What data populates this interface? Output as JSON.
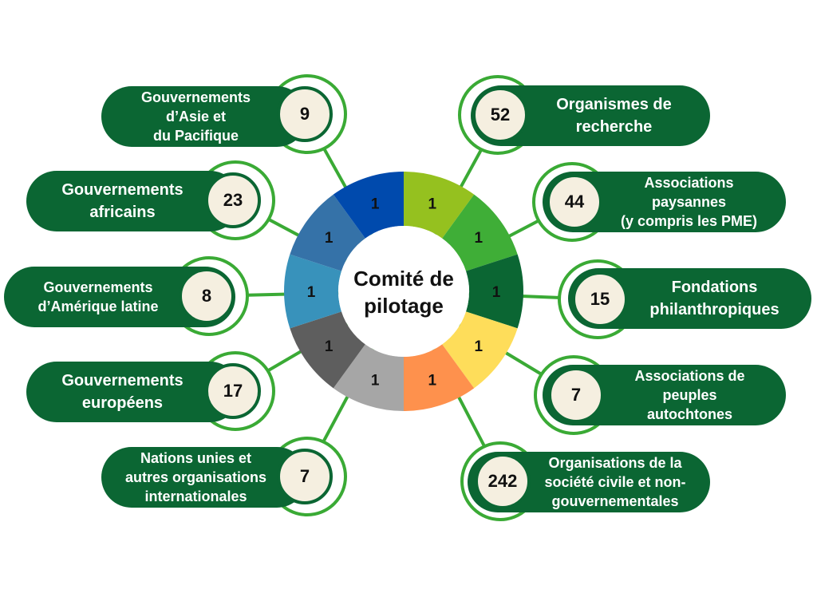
{
  "title": {
    "line1": "Comité de",
    "line2": "pilotage"
  },
  "segments": [
    {
      "label": "1",
      "color": "#95c11f"
    },
    {
      "label": "1",
      "color": "#3fae37"
    },
    {
      "label": "1",
      "color": "#0b6633"
    },
    {
      "label": "1",
      "color": "#fedd5a"
    },
    {
      "label": "1",
      "color": "#fe914d"
    },
    {
      "label": "1",
      "color": "#a6a6a6"
    },
    {
      "label": "1",
      "color": "#5e5e5e"
    },
    {
      "label": "1",
      "color": "#3892bb"
    },
    {
      "label": "1",
      "color": "#3572a8"
    },
    {
      "label": "1",
      "color": "#004aad"
    }
  ],
  "groups": [
    {
      "label": "Gouvernements\nd’Asie et\ndu Pacifique",
      "count": "9"
    },
    {
      "label": "Gouvernements\nafricains",
      "count": "23"
    },
    {
      "label": "Gouvernements\nd’Amérique latine",
      "count": "8"
    },
    {
      "label": "Gouvernements\neuropéens",
      "count": "17"
    },
    {
      "label": "Nations unies et\nautres organisations\ninternationales",
      "count": "7"
    },
    {
      "label": "Organismes de\nrecherche",
      "count": "52"
    },
    {
      "label": "Associations\npaysannes\n(y compris les PME)",
      "count": "44"
    },
    {
      "label": "Fondations\nphilanthropiques",
      "count": "15"
    },
    {
      "label": "Associations de\npeuples\nautochtones",
      "count": "7"
    },
    {
      "label": "Organisations de la\nsociété civile et non-\ngouvernementales",
      "count": "242"
    }
  ],
  "colors": {
    "pill": "#0b6633",
    "ring": "#3aaa35",
    "badge": "#f5efe0"
  }
}
